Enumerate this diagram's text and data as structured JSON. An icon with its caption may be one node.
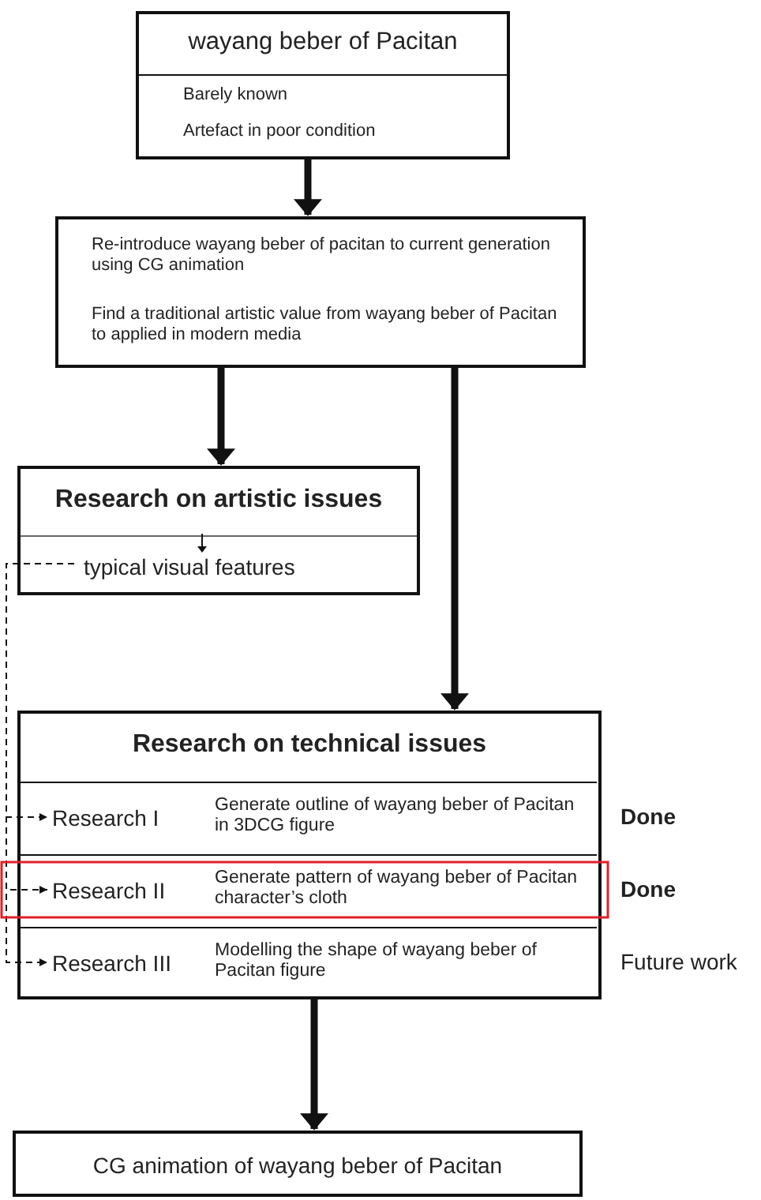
{
  "diagram": {
    "nodes": [
      {
        "text": [
          "wayang beber of Pacitan",
          "Barely known",
          "Artefact in poor condition"
        ]
      },
      {
        "text": [
          "Re-introduce wayang beber of pacitan to current generation using CG animation",
          "Find a traditional artistic value from wayang beber of Pacitan to applied in modern media"
        ]
      },
      {
        "text": [
          "Research on artistic issues",
          "typical visual features"
        ]
      },
      {
        "text": [
          "Research on technical issues"
        ]
      },
      {
        "text": [
          "Research I",
          "Generate outline of wayang beber of Pacitan in 3DCG figure"
        ],
        "in": 3,
        "beside": [
          "Done"
        ]
      },
      {
        "text": [
          "Research II",
          "Generate pattern of wayang beber of Pacitan character’s cloth"
        ],
        "in": 3,
        "beside": [
          "Done"
        ]
      },
      {
        "text": [
          "Research III",
          "Modelling the shape of wayang beber of Pacitan figure"
        ],
        "in": 3,
        "beside": [
          "Future work"
        ]
      },
      {
        "text": [
          "CG animation of wayang beber of Pacitan"
        ]
      }
    ],
    "edges": [
      {
        "from": 0,
        "to": 1,
        "arrow": "to"
      },
      {
        "from": 1,
        "to": 2,
        "arrow": "to"
      },
      {
        "from": 1,
        "to": 3,
        "arrow": "to"
      },
      {
        "from": 2,
        "to": 4,
        "arrow": "to",
        "style": "dashed"
      },
      {
        "from": 2,
        "to": 5,
        "arrow": "to",
        "style": "dashed"
      },
      {
        "from": 2,
        "to": 6,
        "arrow": "to",
        "style": "dashed"
      },
      {
        "from": 3,
        "to": 7,
        "arrow": "to"
      }
    ]
  }
}
